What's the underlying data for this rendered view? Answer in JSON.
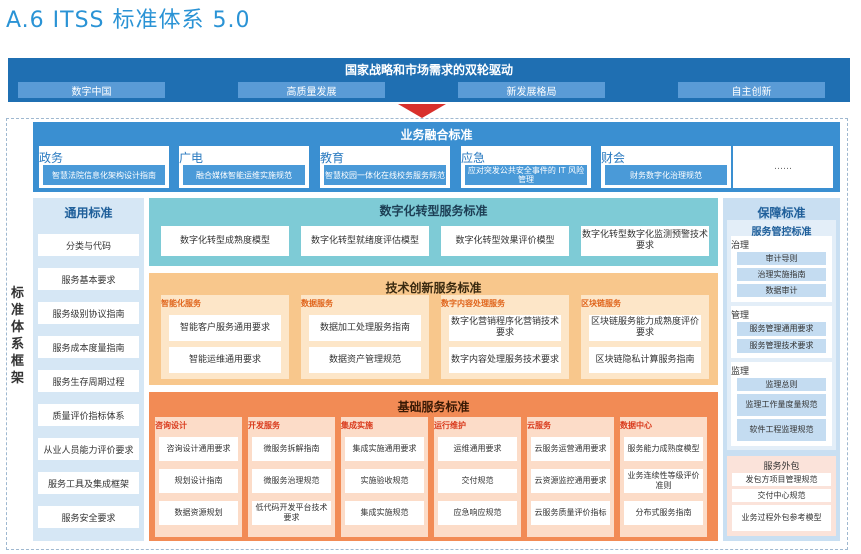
{
  "title": "A.6  ITSS 标准体系 5.0",
  "national": {
    "title": "国家战略和市场需求的双轮驱动",
    "items": [
      "数字中国",
      "高质量发展",
      "新发展格局",
      "自主创新"
    ]
  },
  "framework_label": "标准体系框架",
  "business": {
    "title": "业务融合标准",
    "boxes": [
      {
        "name": "政务",
        "desc": "智慧法院信息化架构设计指南"
      },
      {
        "name": "广电",
        "desc": "融合媒体智能运维实施规范"
      },
      {
        "name": "教育",
        "desc": "智慧校园一体化在线校务服务规范"
      },
      {
        "name": "应急",
        "desc": "应对突发公共安全事件的 IT 风险管理"
      },
      {
        "name": "财会",
        "desc": "财务数字化治理规范"
      },
      {
        "name": "",
        "desc": "……"
      }
    ]
  },
  "general": {
    "title": "通用标准",
    "items": [
      "分类与代码",
      "服务基本要求",
      "服务级别协议指南",
      "服务成本度量指南",
      "服务生存周期过程",
      "质量评价指标体系",
      "从业人员能力评价要求",
      "服务工具及集成框架",
      "服务安全要求"
    ]
  },
  "digital": {
    "title": "数字化转型服务标准",
    "items": [
      "数字化转型成熟度模型",
      "数字化转型就绪度评估模型",
      "数字化转型效果评价模型",
      "数字化转型数字化监测预警技术要求"
    ]
  },
  "tech": {
    "title": "技术创新服务标准",
    "columns": [
      {
        "head": "智能化服务",
        "items": [
          "智能客户服务通用要求",
          "智能运维通用要求"
        ]
      },
      {
        "head": "数据服务",
        "items": [
          "数据加工处理服务指南",
          "数据资产管理规范"
        ]
      },
      {
        "head": "数字内容处理服务",
        "items": [
          "数字化营销程序化营销技术要求",
          "数字内容处理服务技术要求"
        ]
      },
      {
        "head": "区块链服务",
        "items": [
          "区块链服务能力成熟度评价要求",
          "区块链隐私计算服务指南"
        ]
      }
    ]
  },
  "base": {
    "title": "基础服务标准",
    "columns": [
      {
        "head": "咨询设计",
        "items": [
          "咨询设计通用要求",
          "规划设计指南",
          "数据资源规划"
        ]
      },
      {
        "head": "开发服务",
        "items": [
          "微服务拆解指南",
          "微服务治理规范",
          "低代码开发平台技术要求"
        ]
      },
      {
        "head": "集成实施",
        "items": [
          "集成实施通用要求",
          "实施验收规范",
          "集成实施规范"
        ]
      },
      {
        "head": "运行维护",
        "items": [
          "运维通用要求",
          "交付规范",
          "应急响应规范"
        ]
      },
      {
        "head": "云服务",
        "items": [
          "云服务运营通用要求",
          "云资源监控通用要求",
          "云服务质量评价指标"
        ]
      },
      {
        "head": "数据中心",
        "items": [
          "服务能力成熟度模型",
          "业务连续性等级评价准则",
          "分布式服务指南"
        ]
      }
    ]
  },
  "guarantee": {
    "title": "保障标准",
    "control_title": "服务管控标准",
    "groups": [
      {
        "head": "治理",
        "items": [
          "审计导则",
          "治理实施指南",
          "数据审计"
        ]
      },
      {
        "head": "管理",
        "items": [
          "服务管理通用要求",
          "服务管理技术要求"
        ]
      },
      {
        "head": "监理",
        "items": [
          "监理总则",
          "监理工作量度量规范",
          "软件工程监理规范"
        ]
      }
    ],
    "outsourcing_title": "服务外包",
    "outsourcing_items": [
      "发包方项目管理规范",
      "交付中心规范",
      "业务过程外包参考模型"
    ]
  }
}
